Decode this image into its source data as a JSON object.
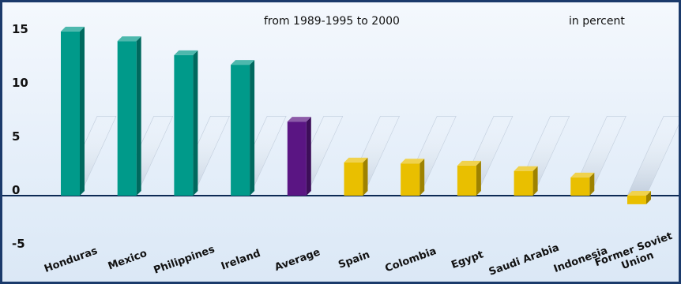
{
  "chart_data": {
    "type": "bar",
    "subtitle": "from 1989-1995 to 2000",
    "unit_label": "in percent",
    "categories": [
      "Honduras",
      "Mexico",
      "Philippines",
      "Ireland",
      "Average",
      "Spain",
      "Colombia",
      "Egypt",
      "Saudi Arabia",
      "Indonesia",
      "Former Soviet Union"
    ],
    "values": [
      15.3,
      14.4,
      13.1,
      12.2,
      6.9,
      3.1,
      3.0,
      2.8,
      2.3,
      1.7,
      -0.8
    ],
    "groups": [
      "high",
      "high",
      "high",
      "high",
      "average",
      "low",
      "low",
      "low",
      "low",
      "low",
      "low"
    ],
    "ylim": [
      -5,
      16
    ],
    "yticks": [
      "15",
      "10",
      "5",
      "0",
      "-5"
    ],
    "grid": false,
    "colors": {
      "high": "#009a8a",
      "average": "#5a1583",
      "low": "#e9bf00",
      "background": "#e4eef9",
      "frame": "#1b3a6b"
    }
  }
}
